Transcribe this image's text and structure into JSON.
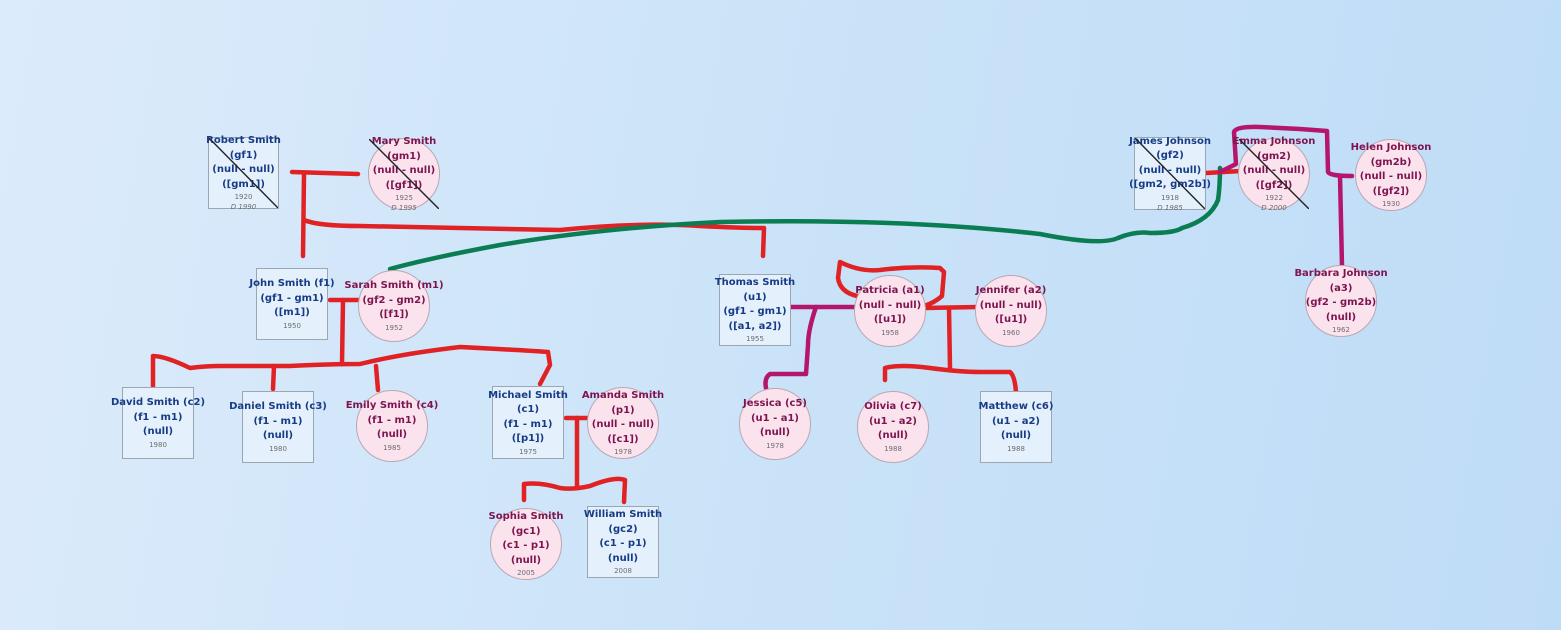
{
  "colors": {
    "male_border": "#9aa6b2",
    "female_fill": "#fbe3ee",
    "male_fill": "#e4f1fc",
    "link_red": "#e02225",
    "link_purple": "#b5166d",
    "link_green": "#0a7e52"
  },
  "people": [
    {
      "key": "robert",
      "type": "male",
      "lines": [
        "Robert Smith",
        "(gf1)",
        "(null - null)",
        "([gm1])"
      ],
      "birth": "1920",
      "death": "D 1990",
      "deceased": true
    },
    {
      "key": "mary",
      "type": "female",
      "lines": [
        "Mary Smith",
        "(gm1)",
        "(null - null)",
        "([gf1])"
      ],
      "birth": "1925",
      "death": "D 1995",
      "deceased": true
    },
    {
      "key": "john",
      "type": "male",
      "lines": [
        "John Smith (f1)",
        "(gf1 - gm1)",
        "([m1])"
      ],
      "birth": "1950"
    },
    {
      "key": "sarah",
      "type": "female",
      "lines": [
        "Sarah Smith (m1)",
        "(gf2 - gm2)",
        "([f1])"
      ],
      "birth": "1952"
    },
    {
      "key": "david",
      "type": "male",
      "lines": [
        "David Smith (c2)",
        "(f1 - m1)",
        "(null)"
      ],
      "birth": "1980"
    },
    {
      "key": "daniel",
      "type": "male",
      "lines": [
        "Daniel Smith (c3)",
        "(f1 - m1)",
        "(null)"
      ],
      "birth": "1980"
    },
    {
      "key": "emily",
      "type": "female",
      "lines": [
        "Emily Smith (c4)",
        "(f1 - m1)",
        "(null)"
      ],
      "birth": "1985"
    },
    {
      "key": "michael",
      "type": "male",
      "lines": [
        "Michael Smith",
        "(c1)",
        "(f1 - m1)",
        "([p1])"
      ],
      "birth": "1975"
    },
    {
      "key": "amanda",
      "type": "female",
      "lines": [
        "Amanda Smith",
        "(p1)",
        "(null - null)",
        "([c1])"
      ],
      "birth": "1978"
    },
    {
      "key": "sophia",
      "type": "female",
      "lines": [
        "Sophia Smith",
        "(gc1)",
        "(c1 - p1)",
        "(null)"
      ],
      "birth": "2005"
    },
    {
      "key": "william",
      "type": "male",
      "lines": [
        "William Smith",
        "(gc2)",
        "(c1 - p1)",
        "(null)"
      ],
      "birth": "2008"
    },
    {
      "key": "thomas",
      "type": "male",
      "lines": [
        "Thomas Smith",
        "(u1)",
        "(gf1 - gm1)",
        "([a1, a2])"
      ],
      "birth": "1955"
    },
    {
      "key": "patricia",
      "type": "female",
      "lines": [
        "Patricia (a1)",
        "(null - null)",
        "([u1])"
      ],
      "birth": "1958"
    },
    {
      "key": "jennifer",
      "type": "female",
      "lines": [
        "Jennifer (a2)",
        "(null - null)",
        "([u1])"
      ],
      "birth": "1960"
    },
    {
      "key": "jessica",
      "type": "female",
      "lines": [
        "Jessica (c5)",
        "(u1 - a1)",
        "(null)"
      ],
      "birth": "1978"
    },
    {
      "key": "olivia",
      "type": "female",
      "lines": [
        "Olivia (c7)",
        "(u1 - a2)",
        "(null)"
      ],
      "birth": "1988"
    },
    {
      "key": "matthew",
      "type": "male",
      "lines": [
        "Matthew (c6)",
        "(u1 - a2)",
        "(null)"
      ],
      "birth": "1988"
    },
    {
      "key": "james",
      "type": "male",
      "lines": [
        "James Johnson",
        "(gf2)",
        "(null - null)",
        "([gm2, gm2b])"
      ],
      "birth": "1918",
      "death": "D 1985",
      "deceased": true
    },
    {
      "key": "emma",
      "type": "female",
      "lines": [
        "Emma Johnson",
        "(gm2)",
        "(null - null)",
        "([gf2])"
      ],
      "birth": "1922",
      "death": "D 2000",
      "deceased": true
    },
    {
      "key": "helen",
      "type": "female",
      "lines": [
        "Helen Johnson",
        "(gm2b)",
        "(null - null)",
        "([gf2])"
      ],
      "birth": "1930"
    },
    {
      "key": "barbara",
      "type": "female",
      "lines": [
        "Barbara Johnson",
        "(a3)",
        "(gf2 - gm2b)",
        "(null)"
      ],
      "birth": "1962"
    }
  ]
}
